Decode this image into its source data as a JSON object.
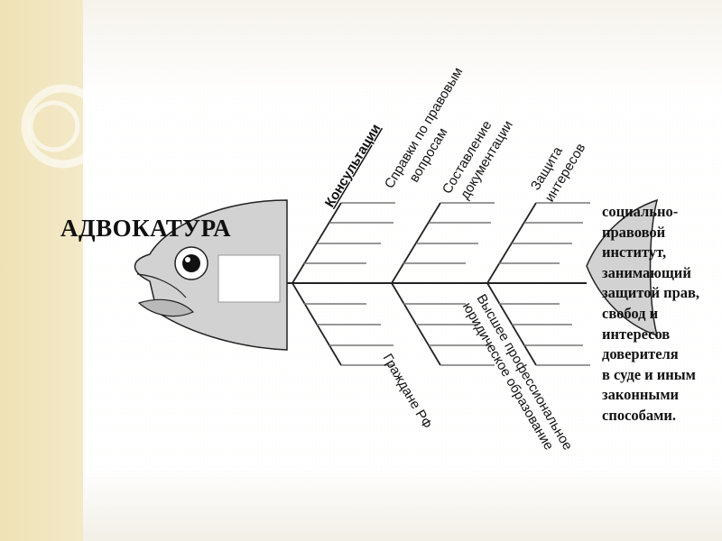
{
  "title": "АДВОКАТУРА",
  "definition_lines": [
    "социально-",
    "правовой",
    "институт,",
    "занимающий",
    "защитой прав,",
    "свобод и",
    "интересов",
    "доверителя",
    "в суде и иным",
    "законными",
    "способами."
  ],
  "top_branches": [
    {
      "lines": [
        "Консультации"
      ],
      "underlined": true
    },
    {
      "lines": [
        "Справки по правовым",
        "вопросам"
      ],
      "underlined": false
    },
    {
      "lines": [
        "Составление",
        "документации"
      ],
      "underlined": false
    },
    {
      "lines": [
        "Защита",
        "интересов"
      ],
      "underlined": false
    }
  ],
  "bottom_branches": [
    {
      "lines": [
        "Граждане РФ"
      ]
    },
    {
      "lines": [
        "Высшее профессиональное",
        "юридическое образование"
      ]
    }
  ],
  "colors": {
    "left_band": "#efe2b6",
    "fish_fill": "#d2d2d2",
    "outline": "#222222",
    "rib_line": "#777777",
    "text": "#111111"
  }
}
